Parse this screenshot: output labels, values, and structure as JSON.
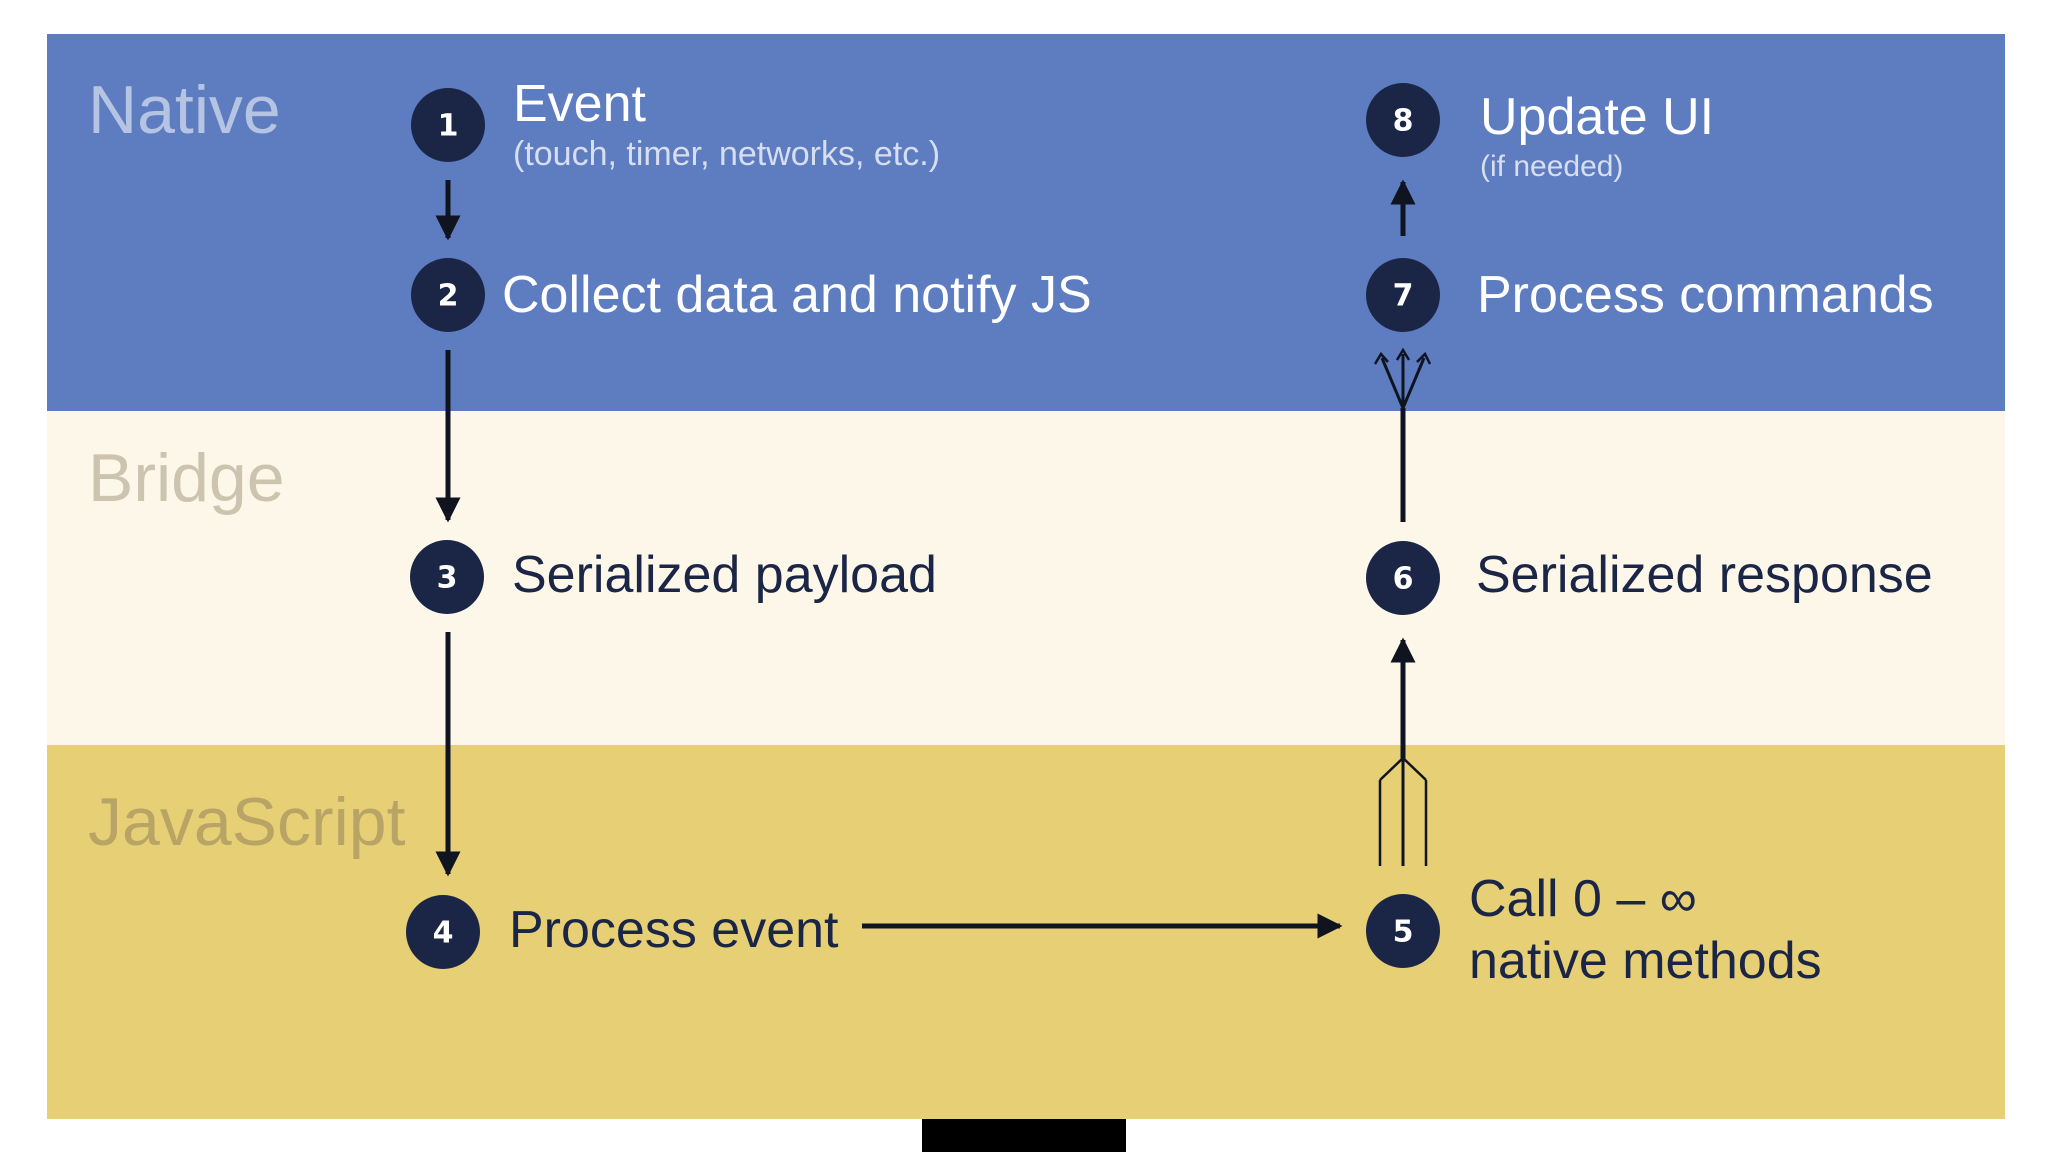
{
  "colors": {
    "native": "#5e7cc0",
    "bridge": "#fcf7e8",
    "javascript": "#e6cf75",
    "badge": "#1b2647",
    "arrow": "#0f1420"
  },
  "layers": {
    "native": "Native",
    "bridge": "Bridge",
    "javascript": "JavaScript"
  },
  "steps": [
    {
      "number": "1",
      "title": "Event",
      "subtitle": "(touch, timer, networks, etc.)"
    },
    {
      "number": "2",
      "title": "Collect data and notify JS"
    },
    {
      "number": "3",
      "title": "Serialized payload"
    },
    {
      "number": "4",
      "title": "Process event"
    },
    {
      "number": "5",
      "title": "Call 0 – ∞",
      "title2": "native methods"
    },
    {
      "number": "6",
      "title": "Serialized response"
    },
    {
      "number": "7",
      "title": "Process commands"
    },
    {
      "number": "8",
      "title": "Update UI",
      "subtitle": "(if needed)"
    }
  ]
}
